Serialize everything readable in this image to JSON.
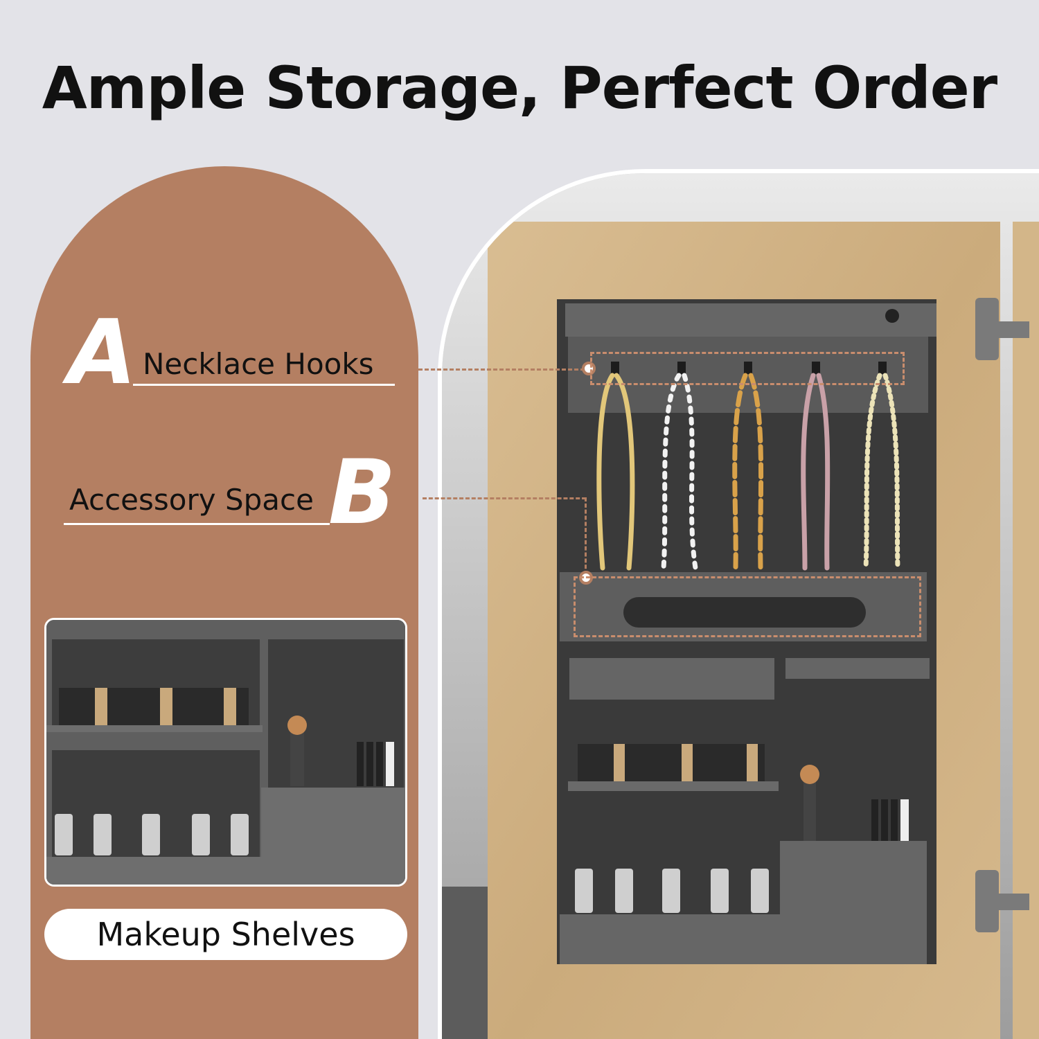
{
  "headline": "Ample Storage, Perfect Order",
  "features": {
    "a": {
      "letter": "A",
      "label": "Necklace Hooks"
    },
    "b": {
      "letter": "B",
      "label": "Accessory Space"
    }
  },
  "inset_label": "Makeup Shelves",
  "colors": {
    "accent": "#b47f62",
    "background": "#e3e3e8",
    "panel": "#5e5e5e",
    "wood": "#d2b58a"
  }
}
